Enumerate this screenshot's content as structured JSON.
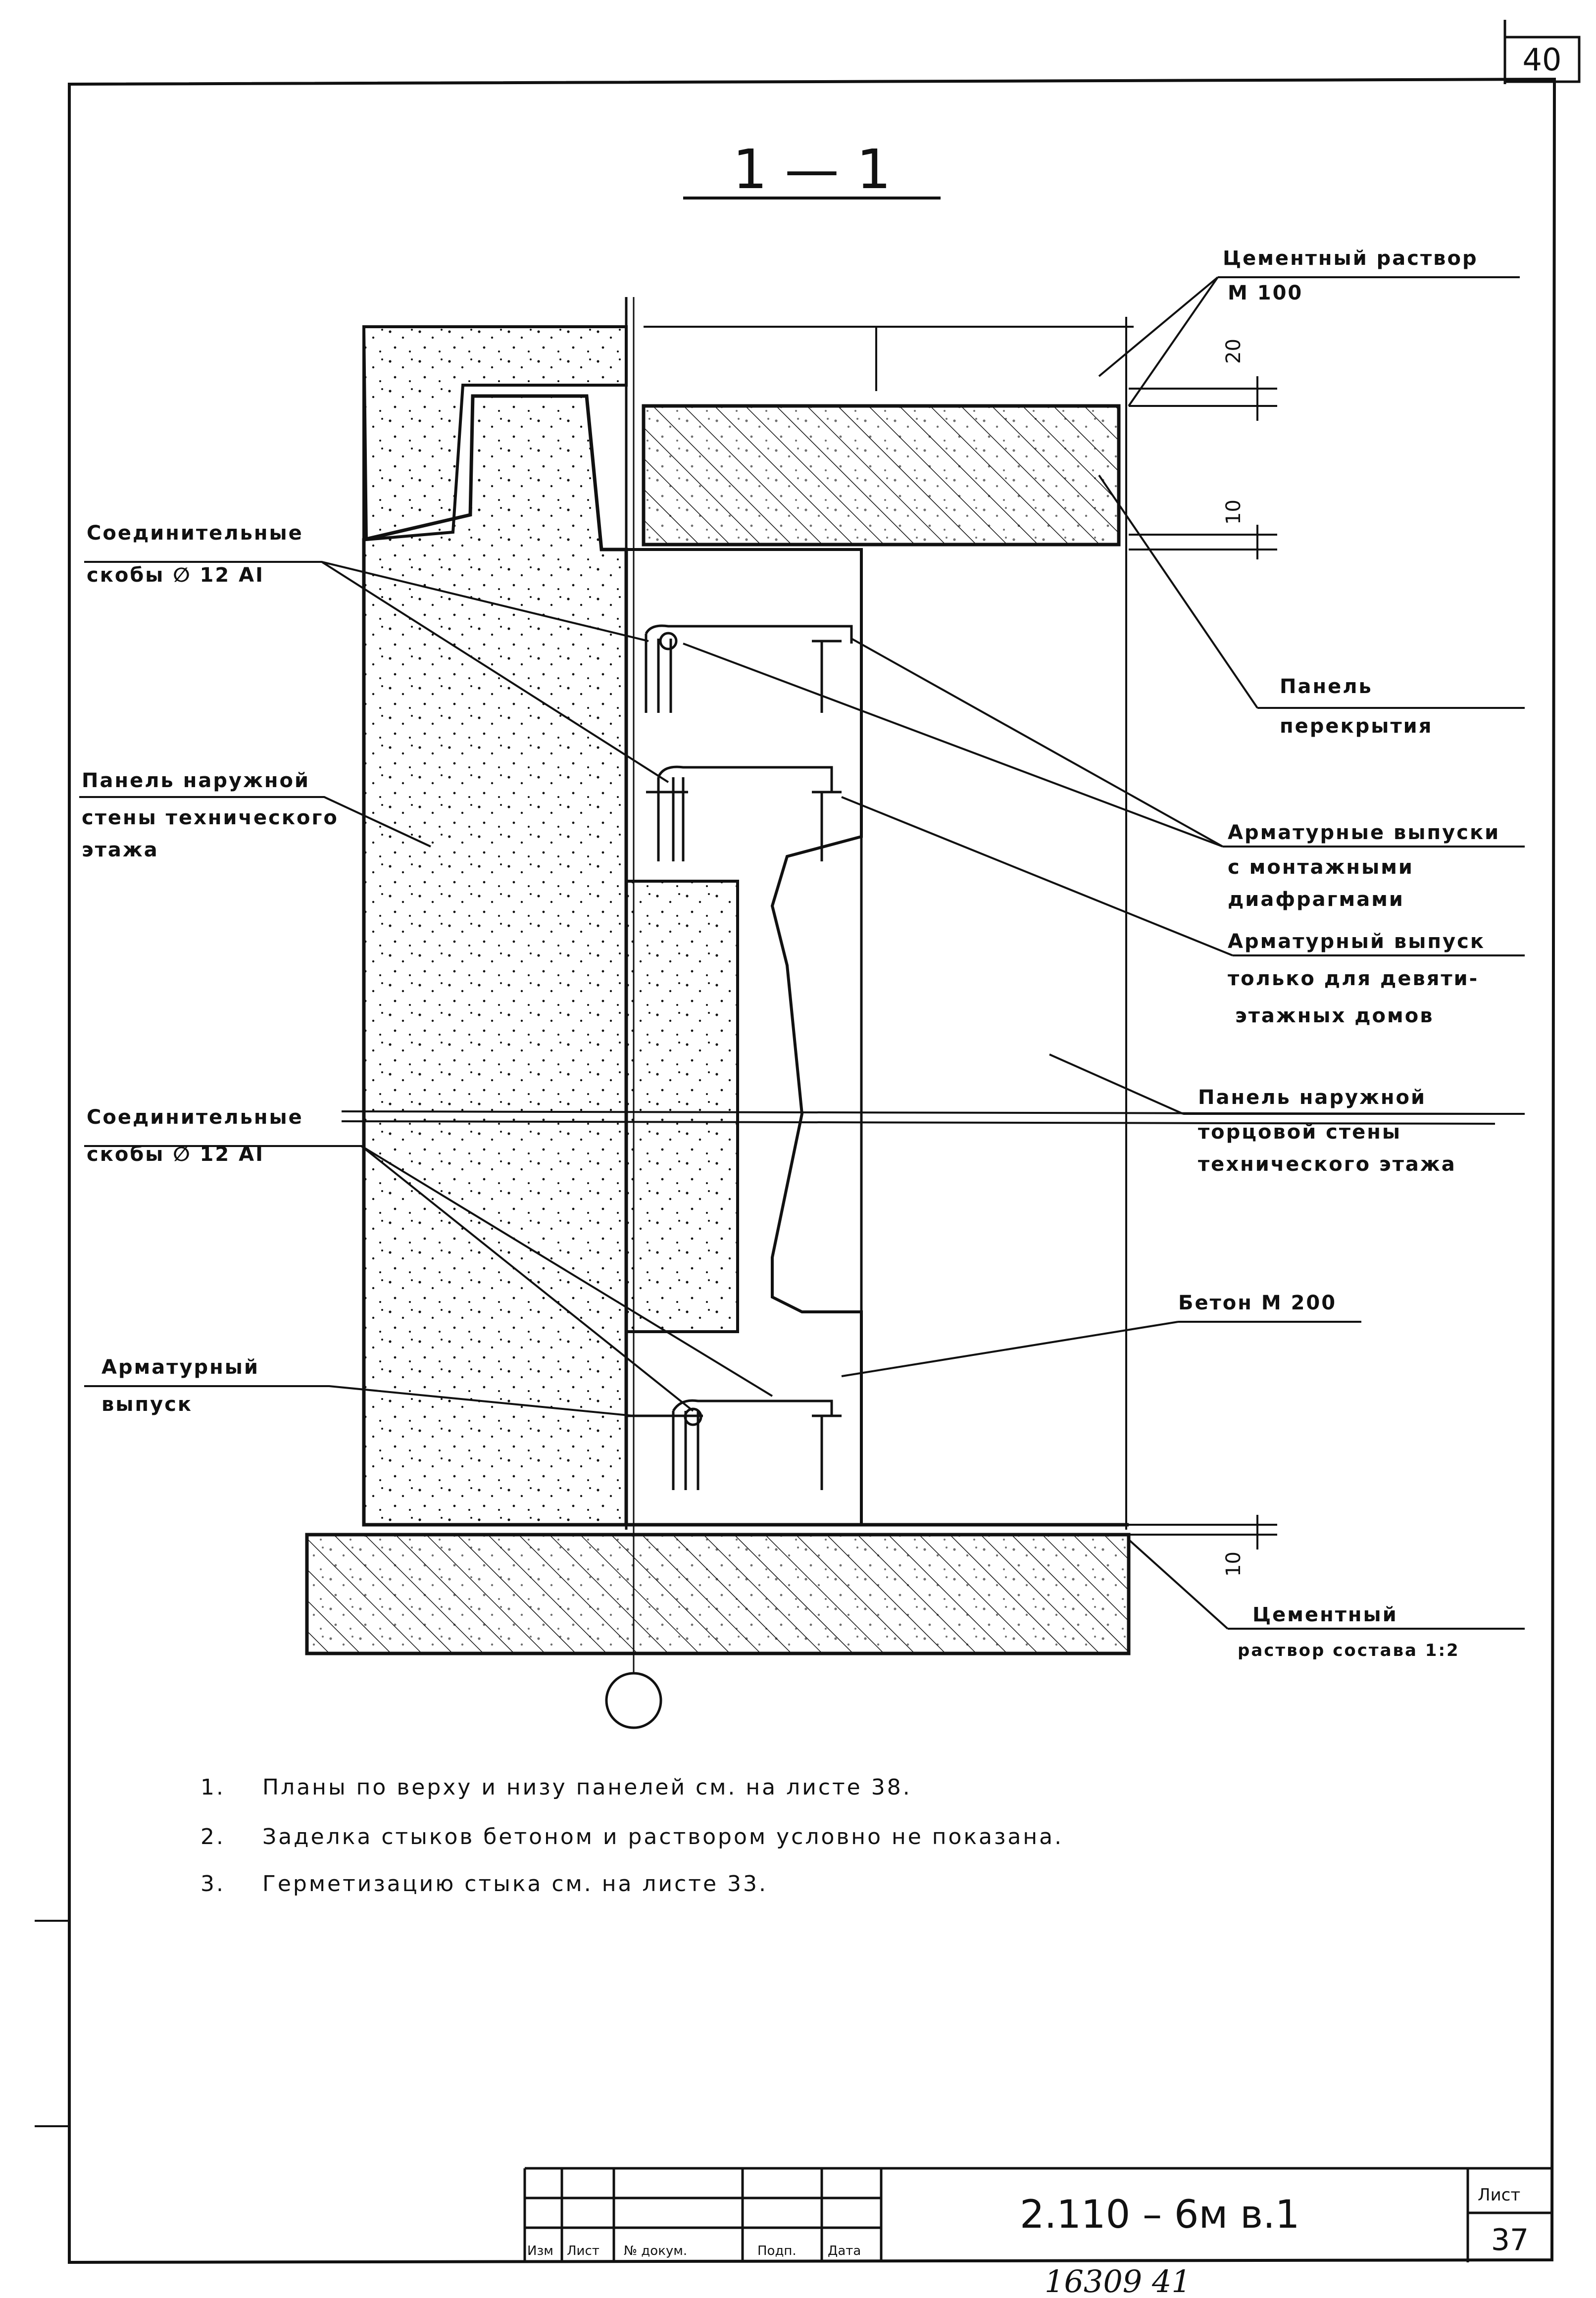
{
  "sheet_number_top": "40",
  "section_title": "1 — 1",
  "axis_marker": "",
  "labels": {
    "cement_mortar_top_1": "Цементный раствор",
    "cement_mortar_top_2": "М 100",
    "dim_20": "20",
    "dim_10_mid": "10",
    "dim_10_bottom": "10",
    "floor_panel_1": "Панель",
    "floor_panel_2": "перекрытия",
    "brackets_top_1": "Соединительные",
    "brackets_top_2": "скобы  ∅ 12 АI",
    "outer_wall_1": "Панель наружной",
    "outer_wall_2": "стены технического",
    "outer_wall_3": "этажа",
    "rebar_diaphragm_1": "Арматурные  выпуски",
    "rebar_diaphragm_2": "с монтажными",
    "rebar_diaphragm_3": "диафрагмами",
    "rebar_nine_1": "Арматурный выпуск",
    "rebar_nine_2": "только для девяти-",
    "rebar_nine_3": "этажных домов",
    "end_wall_1": "Панель  наружной",
    "end_wall_2": "торцовой  стены",
    "end_wall_3": "технического  этажа",
    "brackets_bottom_1": "Соединительные",
    "brackets_bottom_2": "скобы  ∅ 12 АI",
    "concrete": "Бетон  М 200",
    "rebar_single_1": "Арматурный",
    "rebar_single_2": "выпуск",
    "cement_mortar_bottom_1": "Цементный",
    "cement_mortar_bottom_2": "раствор состава 1:2"
  },
  "notes": [
    {
      "num": "1.",
      "text": "Планы  по  верху  и  низу    панелей      см.  на  листе 38."
    },
    {
      "num": "2.",
      "text": "Заделка  стыков    бетоном  и   раствором     условно   не  показана."
    },
    {
      "num": "3.",
      "text": "Герметизацию  стыка  см.   на  листе  33."
    }
  ],
  "title_block": {
    "headers": [
      "Изм",
      "Лист",
      "№ докум.",
      "Подп.",
      "Дата"
    ],
    "code": "2.110 – 6м   в.1",
    "sheet_label": "Лист",
    "sheet_no": "37"
  },
  "inventory": "16309   41",
  "colors": {
    "ink": "#111111",
    "paper": "#ffffff"
  }
}
